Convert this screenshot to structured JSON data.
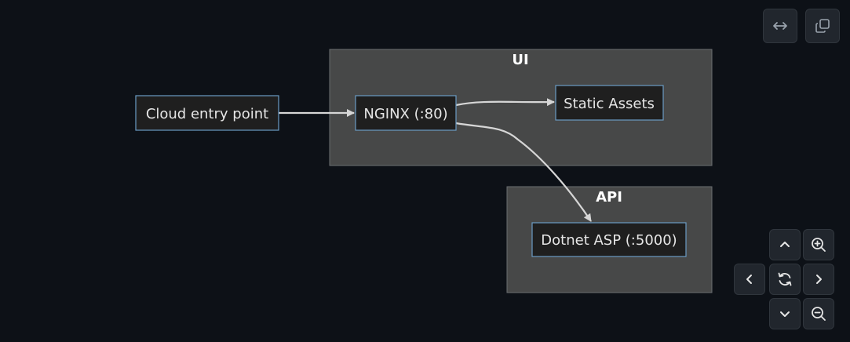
{
  "diagram": {
    "clusters": {
      "ui": {
        "label": "UI"
      },
      "api": {
        "label": "API"
      }
    },
    "nodes": {
      "cloud": {
        "label": "Cloud entry point"
      },
      "nginx": {
        "label": "NGINX (:80)"
      },
      "static": {
        "label": "Static Assets"
      },
      "dotnet": {
        "label": "Dotnet ASP (:5000)"
      }
    },
    "edges": [
      {
        "from": "cloud",
        "to": "nginx"
      },
      {
        "from": "nginx",
        "to": "static"
      },
      {
        "from": "nginx",
        "to": "dotnet"
      }
    ]
  },
  "controls": {
    "fullscreen_icon": "horizontal-expand-icon",
    "copy_icon": "copy-icon",
    "pan_up_icon": "chevron-up-icon",
    "zoom_in_icon": "zoom-in-icon",
    "pan_left_icon": "chevron-left-icon",
    "reset_icon": "reset-icon",
    "pan_right_icon": "chevron-right-icon",
    "pan_down_icon": "chevron-down-icon",
    "zoom_out_icon": "zoom-out-icon"
  },
  "colors": {
    "background": "#0d1117",
    "cluster_fill": "#474848",
    "node_fill": "#1f1f1f",
    "node_stroke": "#6a9bc4",
    "edge": "#d6d6d6"
  }
}
